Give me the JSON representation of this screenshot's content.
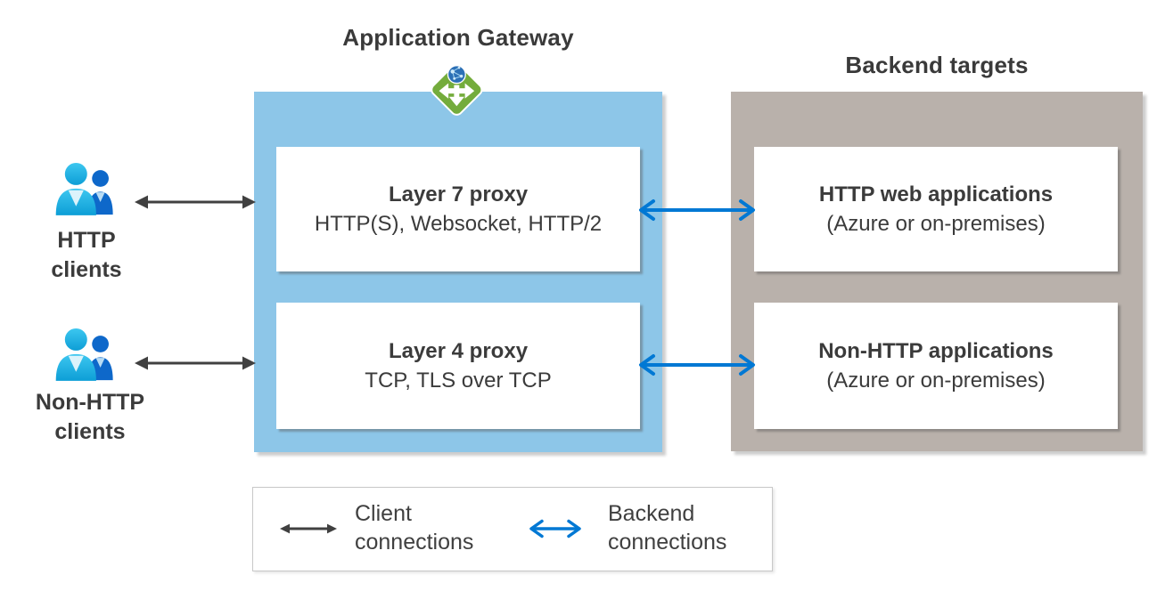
{
  "gateway": {
    "title": "Application Gateway",
    "boxes": [
      {
        "title": "Layer 7 proxy",
        "subtitle": "HTTP(S), Websocket, HTTP/2"
      },
      {
        "title": "Layer 4 proxy",
        "subtitle": "TCP, TLS over TCP"
      }
    ]
  },
  "backend": {
    "title": "Backend targets",
    "boxes": [
      {
        "title": "HTTP web applications",
        "subtitle": "(Azure or on-premises)"
      },
      {
        "title": "Non-HTTP applications",
        "subtitle": "(Azure or on-premises)"
      }
    ]
  },
  "clients": [
    {
      "line1": "HTTP",
      "line2": "clients"
    },
    {
      "line1": "Non-HTTP",
      "line2": "clients"
    }
  ],
  "legend": {
    "client": {
      "line1": "Client",
      "line2": "connections"
    },
    "backend": {
      "line1": "Backend",
      "line2": "connections"
    }
  },
  "icons": {
    "gateway_icon": "application-gateway-icon",
    "client_icon": "users-icon",
    "client_arrow_icon": "double-arrow-black-icon",
    "backend_arrow_icon": "double-arrow-blue-icon"
  },
  "colors": {
    "gateway_container": "#8DC6E8",
    "backend_container": "#B9B1AB",
    "client_arrow": "#404040",
    "backend_arrow": "#0078D4",
    "text": "#3B3B3B",
    "gateway_icon_green": "#74AC3C",
    "globe_blue": "#2C70B6",
    "user_front_blue": "#1FB4E6",
    "user_back_blue": "#0E68CA"
  }
}
